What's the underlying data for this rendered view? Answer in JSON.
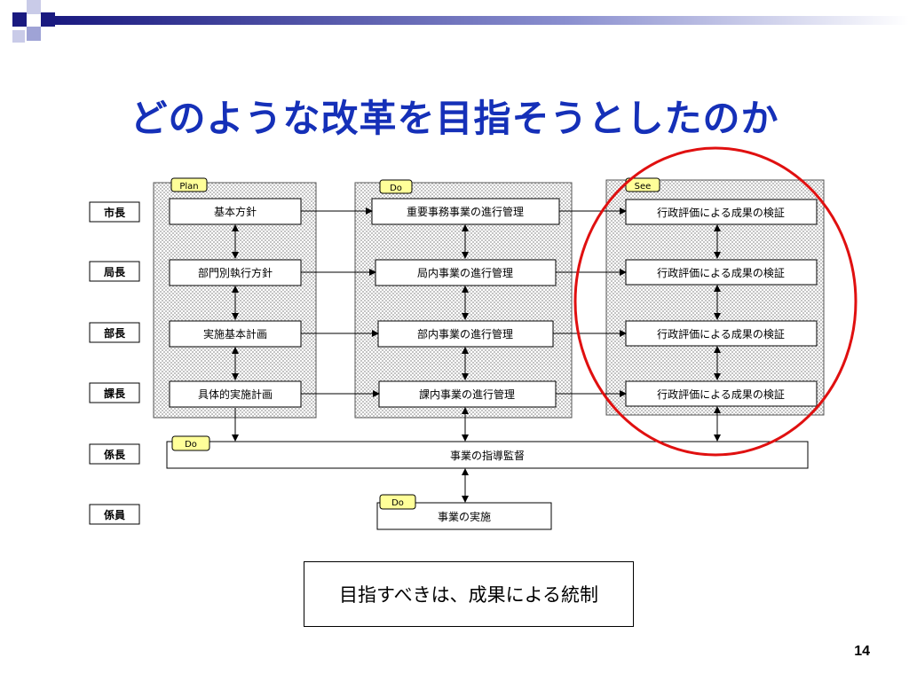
{
  "title": "どのような改革を目指そうとしたのか",
  "roles": [
    "市長",
    "局長",
    "部長",
    "課長",
    "係長",
    "係員"
  ],
  "columns": {
    "plan": {
      "tag": "Plan",
      "boxes": [
        "基本方針",
        "部門別執行方針",
        "実施基本計画",
        "具体的実施計画"
      ]
    },
    "do": {
      "tag": "Do",
      "boxes": [
        "重要事務事業の進行管理",
        "局内事業の進行管理",
        "部内事業の進行管理",
        "課内事業の進行管理"
      ]
    },
    "see": {
      "tag": "See",
      "boxes": [
        "行政評価による成果の検証",
        "行政評価による成果の検証",
        "行政評価による成果の検証",
        "行政評価による成果の検証"
      ]
    }
  },
  "supervision": {
    "tag": "Do",
    "label": "事業の指導監督"
  },
  "implementation": {
    "tag": "Do",
    "label": "事業の実施"
  },
  "caption": "目指すべきは、成果による統制",
  "page_number": "14",
  "colors": {
    "title": "#1530b8",
    "deco_dark": "#1a1a80",
    "deco_light": "#9fa3d6",
    "tag_fill": "#ffff99",
    "highlight_circle": "#e01010"
  }
}
